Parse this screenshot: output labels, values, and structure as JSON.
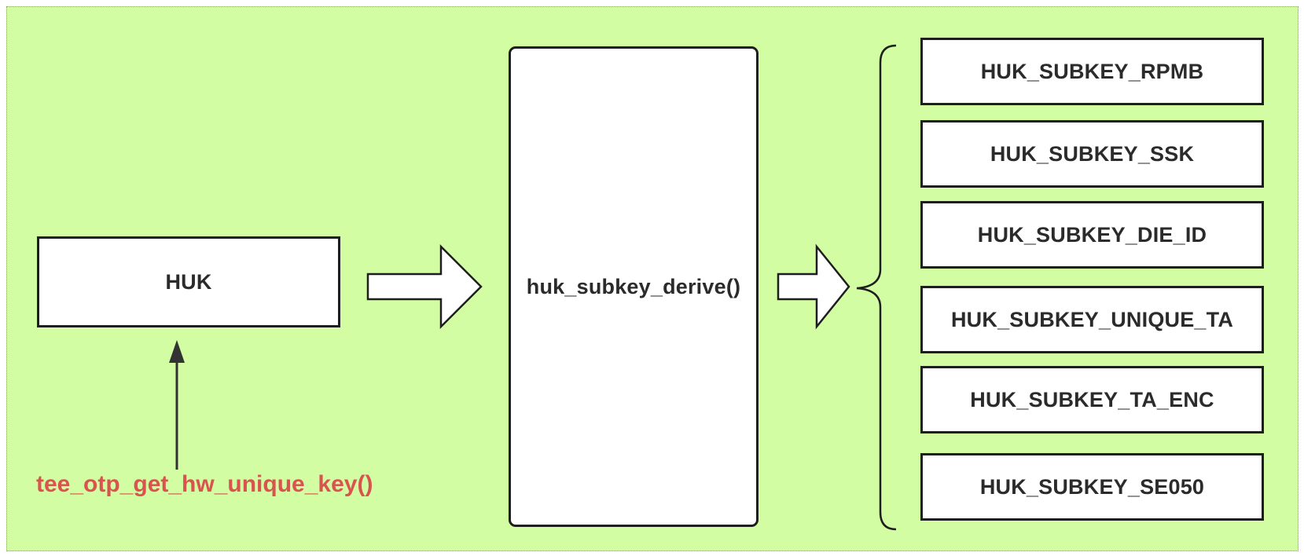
{
  "diagram": {
    "huk_label": "HUK",
    "derive_label": "huk_subkey_derive()",
    "caller_label": "tee_otp_get_hw_unique_key()",
    "subkeys": [
      "HUK_SUBKEY_RPMB",
      "HUK_SUBKEY_SSK",
      "HUK_SUBKEY_DIE_ID",
      "HUK_SUBKEY_UNIQUE_TA",
      "HUK_SUBKEY_TA_ENC",
      "HUK_SUBKEY_SE050"
    ]
  },
  "colors": {
    "background": "#d3fda2",
    "box_fill": "#ffffff",
    "stroke": "#1e1e1e",
    "caller_text": "#d9534f"
  }
}
